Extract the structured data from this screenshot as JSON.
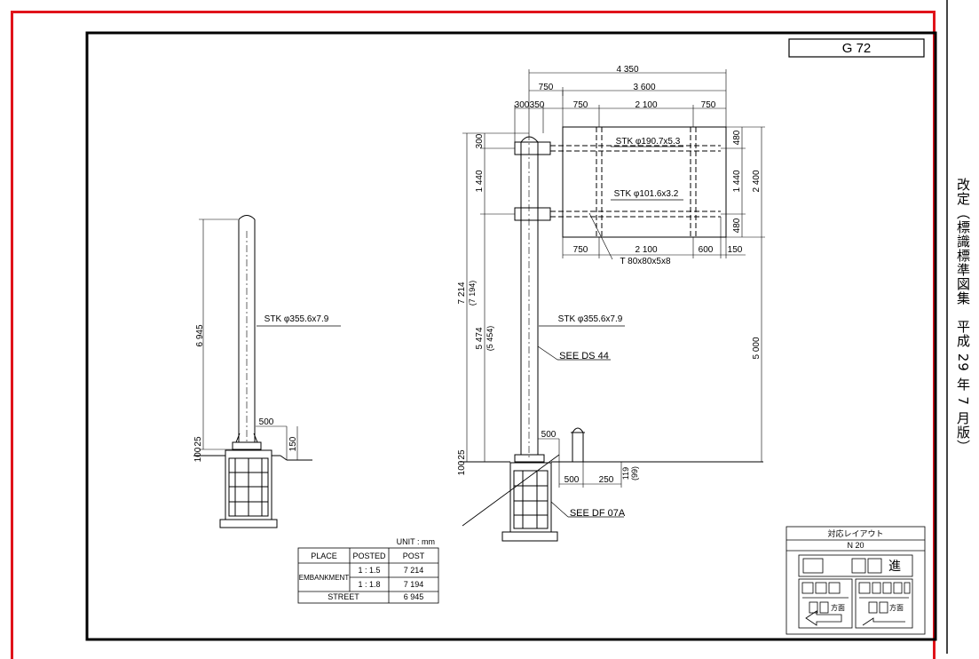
{
  "sheet": {
    "code": "G 72",
    "revision_note": "改定（標識標準図集　平成 29 年 7 月版）",
    "unit": "UNIT : mm"
  },
  "left_post": {
    "pipe": "STK φ355.6x7.9",
    "height": "6 945",
    "offset": "500",
    "depth": "150",
    "base1": "100",
    "base2": "25"
  },
  "right_post": {
    "dims_top": {
      "total": "4 350",
      "left": "750",
      "span": "3 600",
      "a": "300",
      "b": "350",
      "c": "750",
      "d": "2 100",
      "e": "750"
    },
    "dims_side": {
      "top": "300",
      "mid": "1 440",
      "r_top": "480",
      "r_mid": "1 440",
      "r_bot": "480",
      "r_total": "2 400",
      "r_clear": "5 000"
    },
    "dims_bottom": {
      "a": "750",
      "b": "2 100",
      "c": "600",
      "d": "150"
    },
    "pipe_upper": "STK φ190.7x5.3",
    "pipe_lower": "STK φ101.6x3.2",
    "tee": "T 80x80x5x8",
    "post_pipe": "STK φ355.6x7.9",
    "see1": "SEE DS 44",
    "see2": "SEE DF 07A",
    "height_total": "7 214",
    "height_total_alt": "(7 194)",
    "height_post": "5 474",
    "height_post_alt": "(5 454)",
    "offset": "500",
    "ground_a": "500",
    "ground_b": "250",
    "ground_c": "119",
    "ground_c_alt": "(99)",
    "base1": "100",
    "base2": "25"
  },
  "table": {
    "headers": [
      "PLACE",
      "POSTED",
      "POST"
    ],
    "embankment": "EMBANKMENT",
    "rows": [
      {
        "posted": "1 : 1.5",
        "post": "7 214"
      },
      {
        "posted": "1 : 1.8",
        "post": "7 194"
      }
    ],
    "street": "STREET",
    "street_post": "6 945"
  },
  "layout_box": {
    "title": "対応レイアウト",
    "code": "N 20",
    "sign_text_top": "進",
    "direction_text": "方面"
  }
}
